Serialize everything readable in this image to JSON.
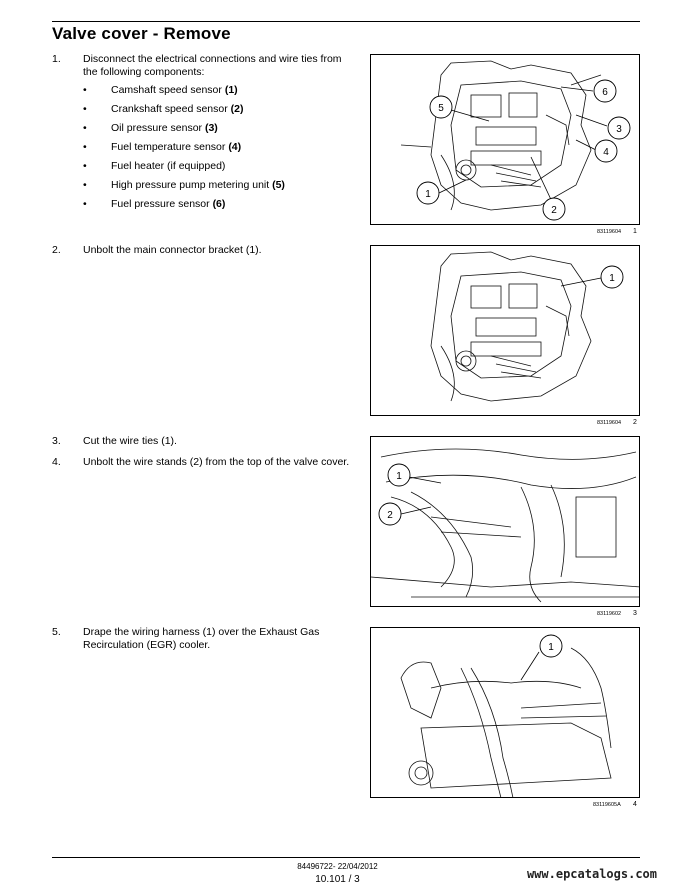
{
  "title": "Valve cover - Remove",
  "steps": [
    {
      "num": "1.",
      "text": "Disconnect the electrical connections and wire ties from the following components:"
    },
    {
      "num": "2.",
      "text": "Unbolt the main connector bracket (1)."
    },
    {
      "num": "3.",
      "text": "Cut the wire ties (1)."
    },
    {
      "num": "4.",
      "text": "Unbolt the wire stands (2) from the top of the valve cover."
    },
    {
      "num": "5.",
      "text": "Drape the wiring harness (1) over the Exhaust Gas Recirculation (EGR) cooler."
    }
  ],
  "bullets": [
    {
      "label": "Camshaft speed sensor",
      "ref": "(1)"
    },
    {
      "label": "Crankshaft speed sensor",
      "ref": "(2)"
    },
    {
      "label": "Oil pressure sensor",
      "ref": "(3)"
    },
    {
      "label": "Fuel temperature sensor",
      "ref": "(4)"
    },
    {
      "label": "Fuel heater (if equipped)",
      "ref": ""
    },
    {
      "label": "High pressure pump metering unit",
      "ref": "(5)"
    },
    {
      "label": "Fuel pressure sensor",
      "ref": "(6)"
    }
  ],
  "figures": [
    {
      "code": "83119604",
      "number": "1",
      "callouts": [
        "1",
        "2",
        "3",
        "4",
        "5",
        "6"
      ]
    },
    {
      "code": "83119604",
      "number": "2",
      "callouts": [
        "1"
      ]
    },
    {
      "code": "83119602",
      "number": "3",
      "callouts": [
        "1",
        "2"
      ]
    },
    {
      "code": "83119605A",
      "number": "4",
      "callouts": [
        "1"
      ]
    }
  ],
  "footer": {
    "docref": "84496722- 22/04/2012",
    "page": "10.101 / 3",
    "watermark": "www.epcatalogs.com"
  }
}
